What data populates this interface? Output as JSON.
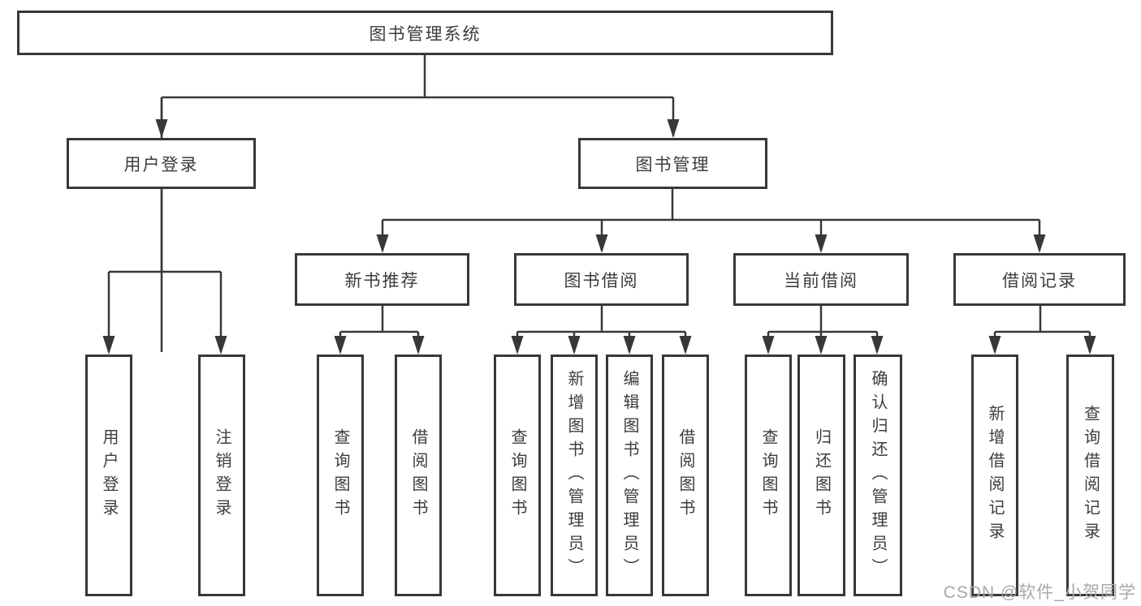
{
  "diagram": {
    "type": "hierarchy",
    "colors": {
      "line": "#383838",
      "box_border": "#383838",
      "text": "#3c3c3c",
      "background": "#ffffff",
      "watermark": "#a8a8a8"
    },
    "tree": {
      "root": {
        "label": "图书管理系统"
      },
      "branches": [
        {
          "label": "用户登录",
          "children": [
            {
              "label": "用户登录"
            },
            {
              "label": "注销登录"
            }
          ]
        },
        {
          "label": "图书管理",
          "children": [
            {
              "label": "新书推荐",
              "children": [
                {
                  "label": "查询图书"
                },
                {
                  "label": "借阅图书"
                }
              ]
            },
            {
              "label": "图书借阅",
              "children": [
                {
                  "label": "查询图书"
                },
                {
                  "label": "新增图书（管理员）"
                },
                {
                  "label": "编辑图书（管理员）"
                },
                {
                  "label": "借阅图书"
                }
              ]
            },
            {
              "label": "当前借阅",
              "children": [
                {
                  "label": "查询图书"
                },
                {
                  "label": "归还图书"
                },
                {
                  "label": "确认归还（管理员）"
                }
              ]
            },
            {
              "label": "借阅记录",
              "children": [
                {
                  "label": "新增借阅记录"
                },
                {
                  "label": "查询借阅记录"
                }
              ]
            }
          ]
        }
      ]
    },
    "watermark": {
      "text": "CSDN @软件_小贺同学"
    }
  }
}
